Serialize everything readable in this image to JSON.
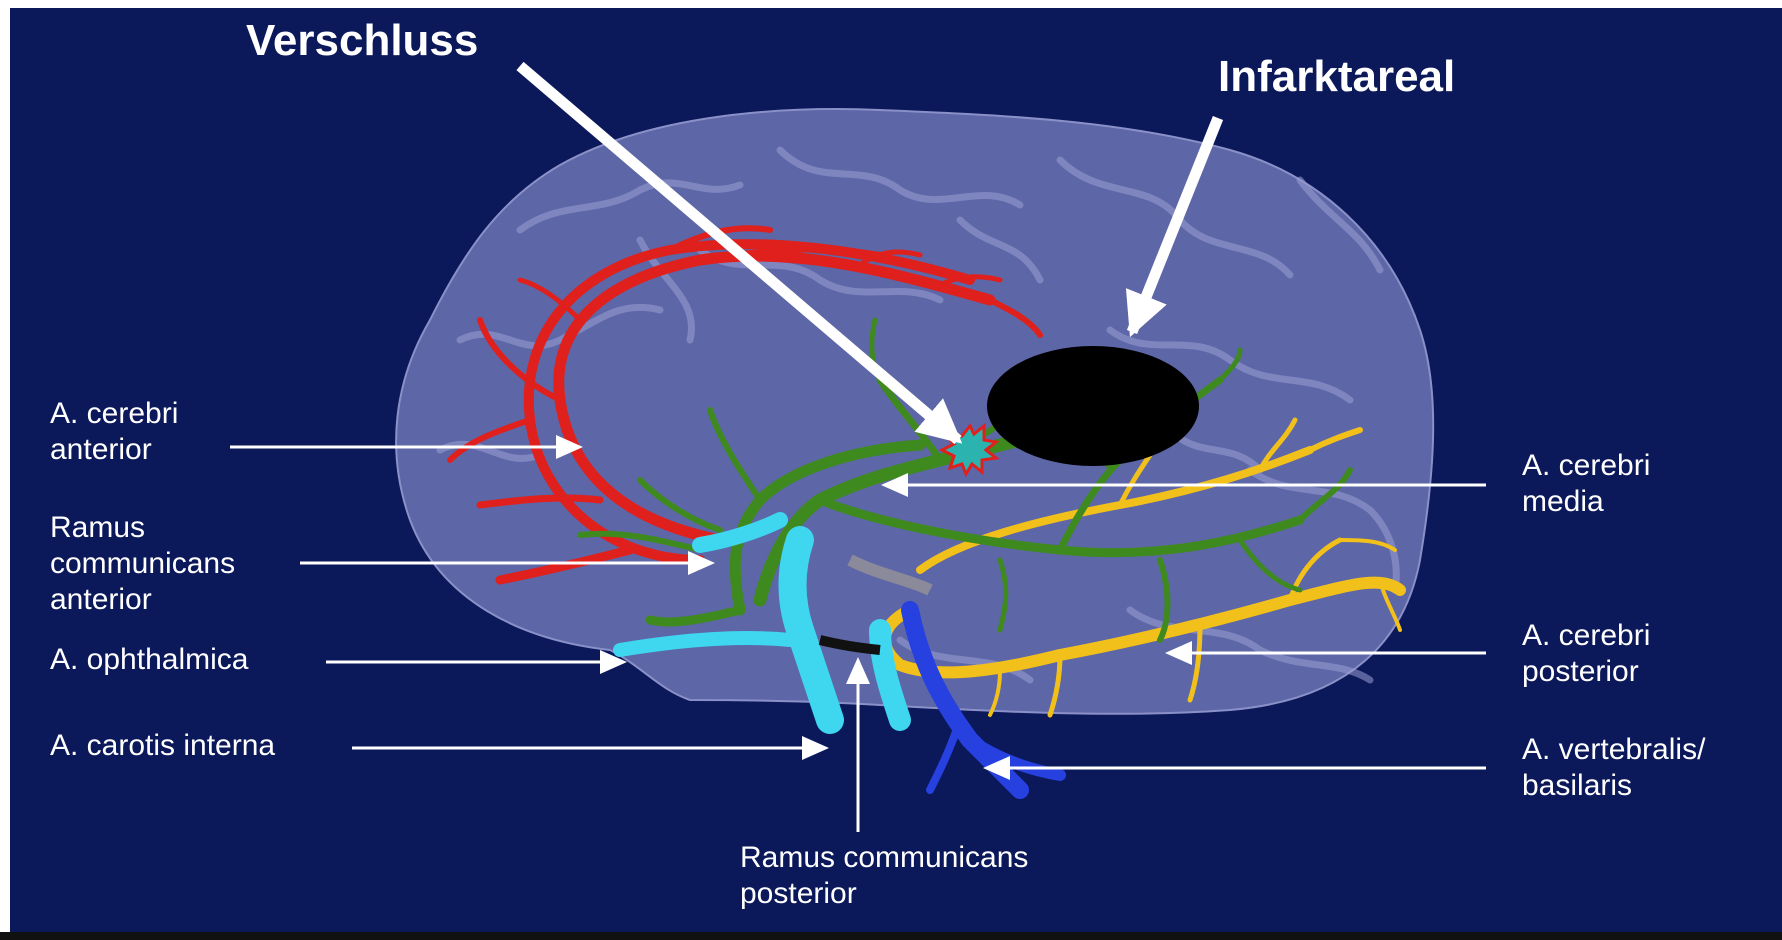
{
  "callouts": {
    "occlusion": "Verschluss",
    "infarct": "Infarktareal"
  },
  "labels": {
    "aca": "A. cerebri\nanterior",
    "acom": "Ramus\ncommunicans\nanterior",
    "ophthalmic": "A. ophthalmica",
    "ica": "A. carotis interna",
    "mca": "A. cerebri\nmedia",
    "pca": "A. cerebri\nposterior",
    "vertebral": "A. vertebralis/\nbasilaris",
    "pcom": "Ramus communicans\nposterior"
  },
  "colors": {
    "background": "#0b185a",
    "brain": "#6c74b4",
    "anterior_artery": "#e0201c",
    "middle_artery": "#3f8a1e",
    "posterior_artery": "#f2c01a",
    "carotid": "#3fd6ef",
    "vertebral": "#2740e0",
    "infarct": "#000000",
    "occlusion_marker": "#e0201c",
    "arrows": "#ffffff"
  }
}
